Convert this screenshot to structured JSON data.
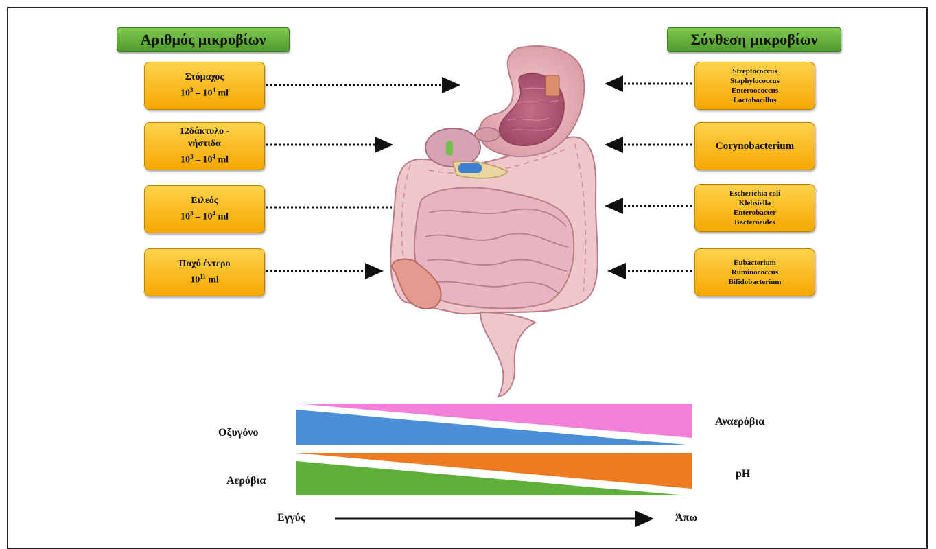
{
  "headers": {
    "left": "Αριθμός μικροβίων",
    "right": "Σύνθεση μικροβίων"
  },
  "left_boxes": [
    {
      "line1": "Στόμαχος",
      "base1": "10",
      "exp1": "3",
      "sep": " – ",
      "base2": "10",
      "exp2": "4",
      "unit": " ml"
    },
    {
      "line0": "12δάκτυλο -",
      "line1": "νήστιδα",
      "base1": "10",
      "exp1": "3",
      "sep": " – ",
      "base2": "10",
      "exp2": "4",
      "unit": " ml"
    },
    {
      "line1": "Ειλεός",
      "base1": "10",
      "exp1": "3",
      "sep": " – ",
      "base2": "10",
      "exp2": "4",
      "unit": " ml"
    },
    {
      "line1": "Παχύ έντερο",
      "base1": "10",
      "exp1": "11",
      "unit": " ml"
    }
  ],
  "right_boxes": [
    {
      "items": [
        "Streptococcus",
        "Staphylococcus",
        "Enteroococcus",
        "Lactobacillus"
      ]
    },
    {
      "items": [
        "Corynobacterium"
      ]
    },
    {
      "items": [
        "Escherichia coli",
        "Klebsiella",
        "Enterobacter",
        "Bacteroeides"
      ]
    },
    {
      "items": [
        "Eubacterium",
        "Ruminococcus",
        "Bifidobacterium"
      ]
    }
  ],
  "gradient_labels": {
    "oxygen": "Οξυγόνο",
    "anaerobic": "Αναερόβια",
    "aerobic": "Αερόβια",
    "ph": "pH"
  },
  "axis": {
    "start": "Εγγύς",
    "end": "Άπω"
  },
  "colors": {
    "header_green": "#5aab33",
    "box_yellow": "#fbbd1a",
    "pink": "#f27fd8",
    "blue": "#4a8fd8",
    "orange": "#ee7a22",
    "green": "#5fb03a"
  }
}
